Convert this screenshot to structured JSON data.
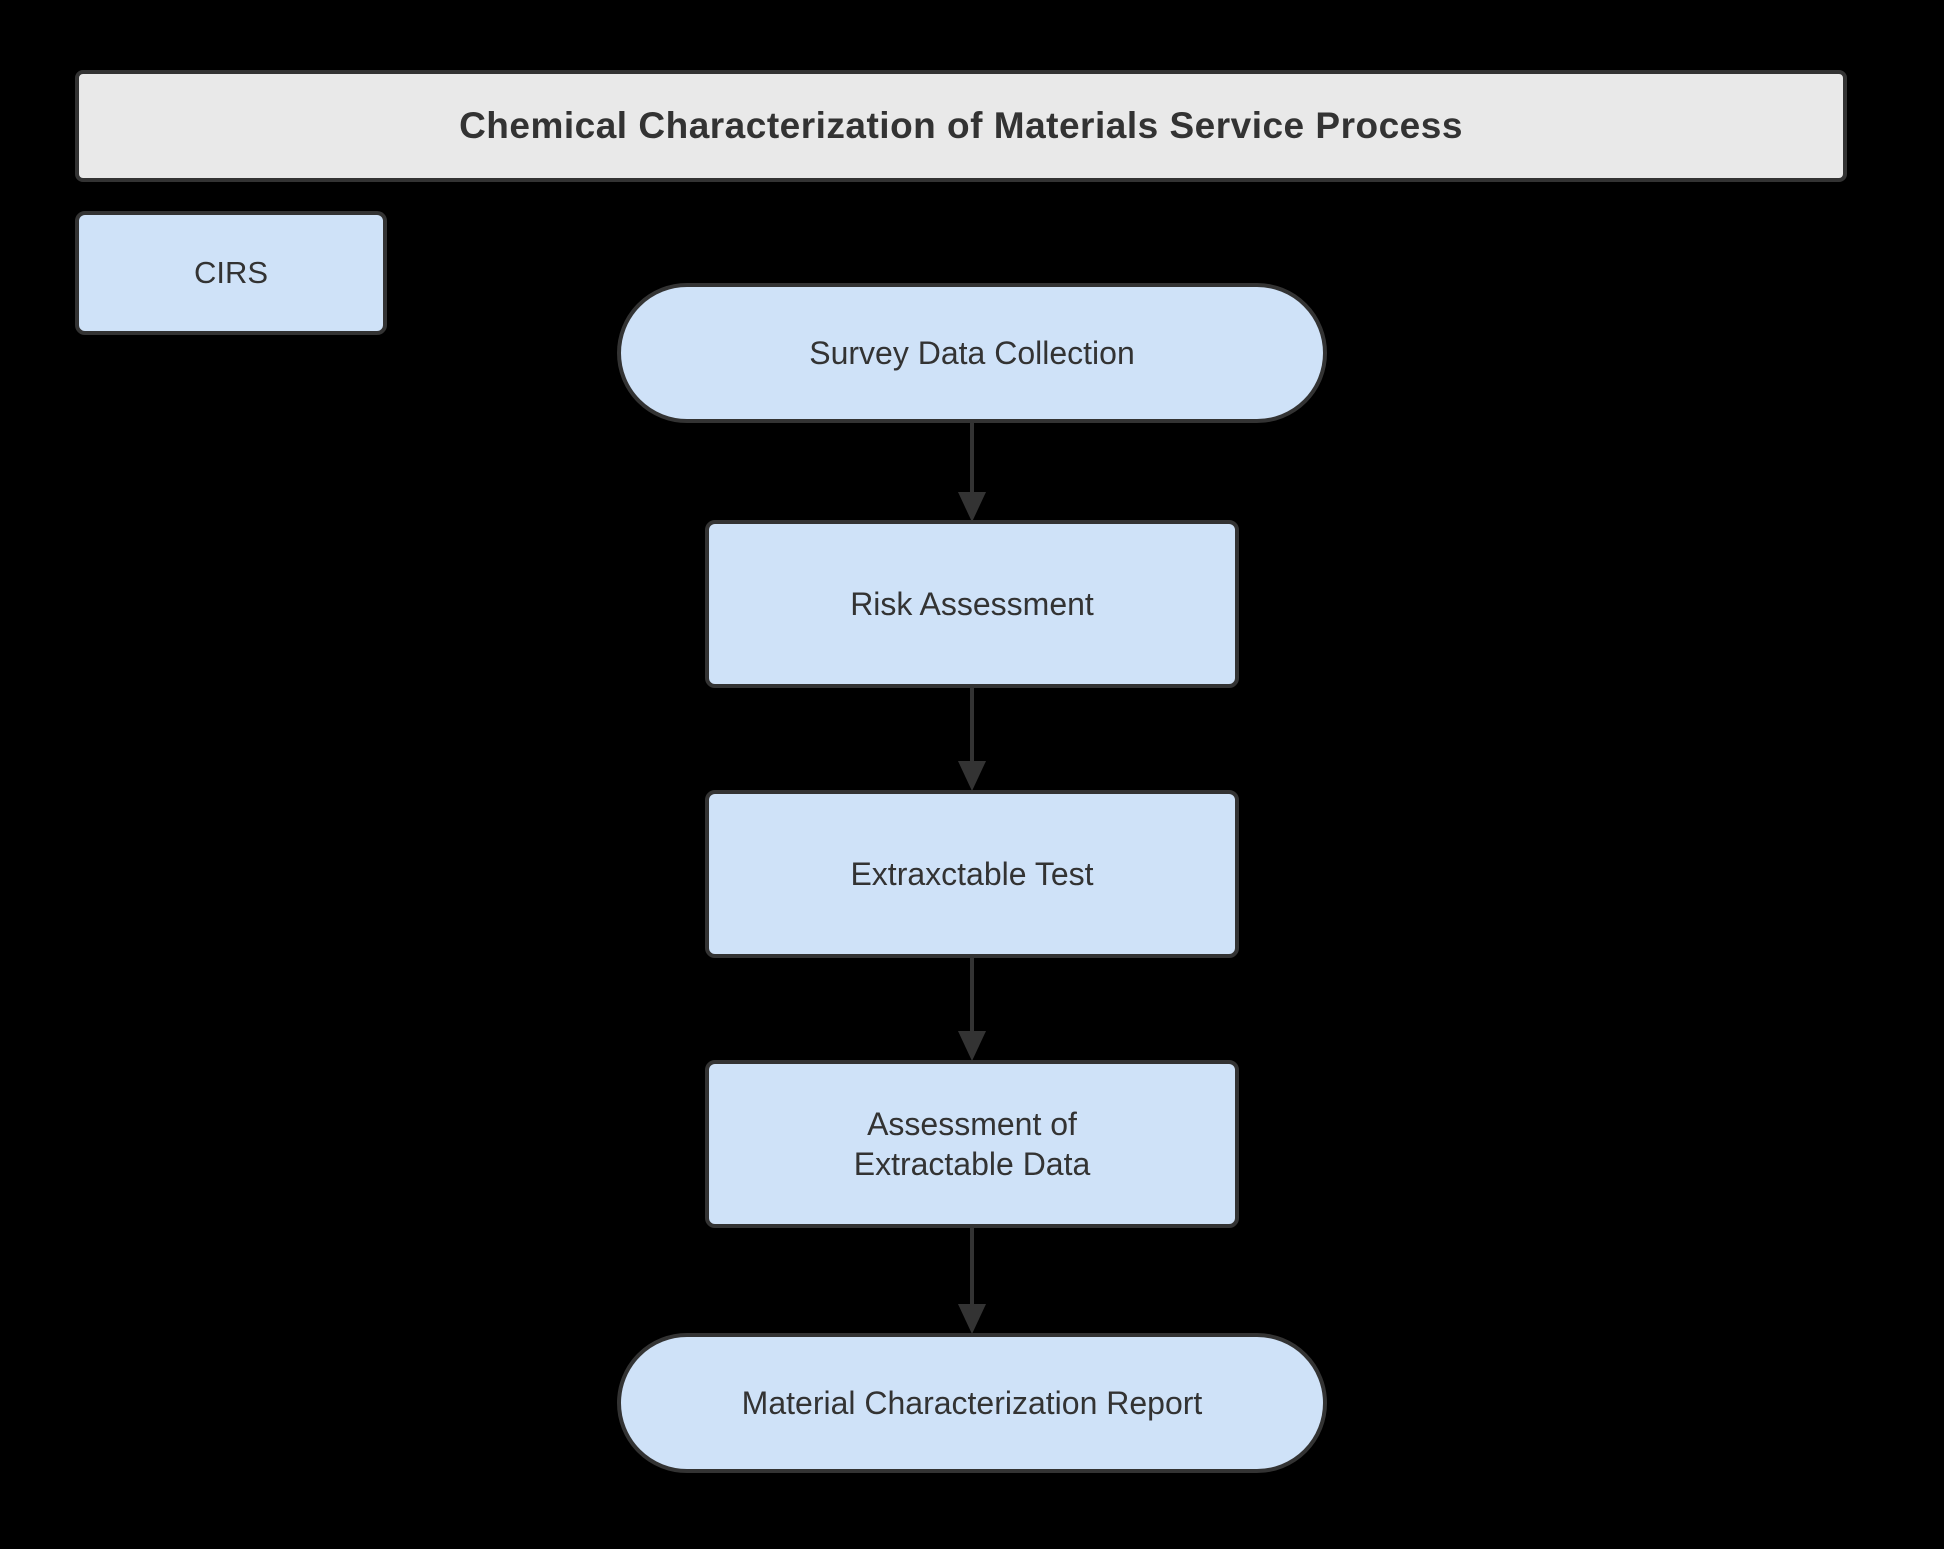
{
  "diagram": {
    "title": "Chemical Characterization of Materials Service Process",
    "brand_label": "CIRS",
    "nodes": [
      {
        "id": "survey-data-collection",
        "label": "Survey Data Collection",
        "shape": "stadium"
      },
      {
        "id": "risk-assessment",
        "label": "Risk Assessment",
        "shape": "rect"
      },
      {
        "id": "extractable-test",
        "label": "Extraxctable Test",
        "shape": "rect"
      },
      {
        "id": "assessment-of-extractable-data",
        "label": "Assessment of Extractable Data",
        "shape": "rect"
      },
      {
        "id": "material-characterization-report",
        "label": "Material Characterization Report",
        "shape": "stadium"
      }
    ],
    "colors": {
      "background": "#000000",
      "node_fill": "#cfe2f8",
      "node_border": "#333333",
      "title_bar_fill": "#e9e9e9",
      "text": "#333333",
      "arrow": "#333333"
    }
  }
}
